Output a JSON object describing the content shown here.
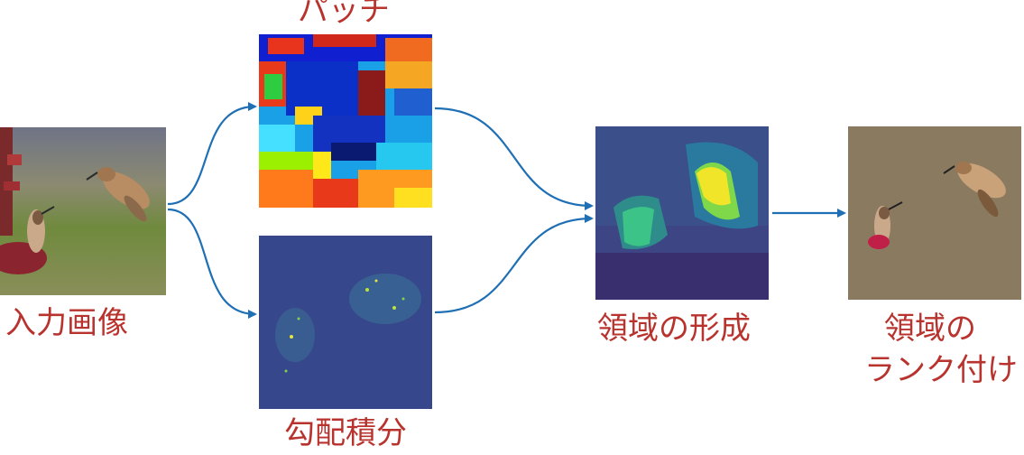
{
  "labels": {
    "input_image": "入力画像",
    "patch": "パッチ",
    "gradient_integral": "勾配積分",
    "region_formation": "領域の形成",
    "region_ranking_line1": "領域の",
    "region_ranking_line2": "ランク付け"
  },
  "colors": {
    "label": "#b8332e",
    "arrow": "#1f6fb5",
    "gradient_bg": "#3a3f86",
    "formation_bg": "#3b4f8a",
    "ranking_bg": "#8a7a60"
  }
}
